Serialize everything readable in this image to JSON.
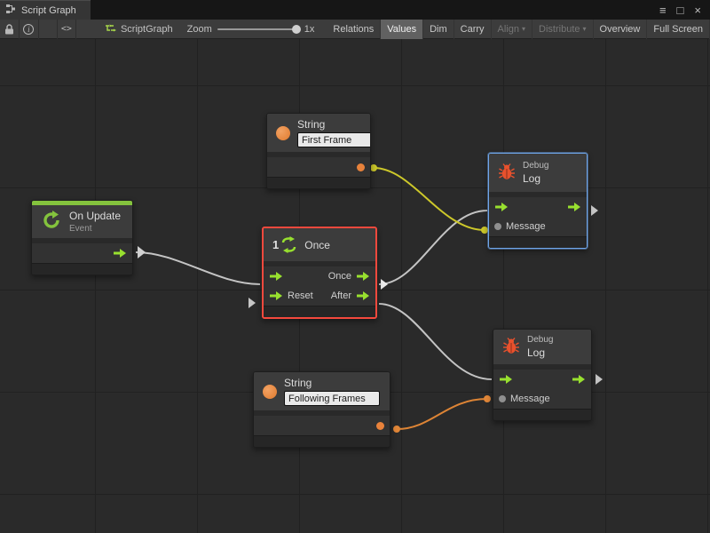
{
  "titlebar": {
    "tab_label": "Script Graph",
    "menu_icon": "≡",
    "maximize_icon": "□",
    "close_icon": "×"
  },
  "toolbar": {
    "code_icon_label": "<>",
    "graph_name": "ScriptGraph",
    "zoom_label": "Zoom",
    "zoom_value": "1x",
    "buttons": [
      {
        "label": "Relations",
        "state": "normal"
      },
      {
        "label": "Values",
        "state": "active"
      },
      {
        "label": "Dim",
        "state": "normal"
      },
      {
        "label": "Carry",
        "state": "normal"
      },
      {
        "label": "Align",
        "state": "disabled",
        "caret": "▾"
      },
      {
        "label": "Distribute",
        "state": "disabled",
        "caret": "▾"
      },
      {
        "label": "Overview",
        "state": "normal"
      },
      {
        "label": "Full Screen",
        "state": "normal"
      }
    ]
  },
  "nodes": {
    "string_top": {
      "title": "String",
      "value": "First Frame"
    },
    "on_update": {
      "title": "On Update",
      "subtitle": "Event"
    },
    "once": {
      "badge": "1",
      "title": "Once",
      "out_once": "Once",
      "in_reset": "Reset",
      "out_after": "After"
    },
    "debug_top": {
      "category": "Debug",
      "title": "Log",
      "port_message": "Message"
    },
    "debug_bottom": {
      "category": "Debug",
      "title": "Log",
      "port_message": "Message"
    },
    "string_bottom": {
      "title": "String",
      "value": "Following Frames"
    }
  },
  "connections": [
    {
      "from": "on_update.flow_out",
      "to": "once.flow_in",
      "color": "#c4c4c4"
    },
    {
      "from": "once.out_once",
      "to": "debug_top.flow_in",
      "color": "#c4c4c4"
    },
    {
      "from": "once.out_after",
      "to": "debug_bottom.flow_in",
      "color": "#c4c4c4"
    },
    {
      "from": "string_top.value_out",
      "to": "debug_top.message_in",
      "color": "#cdc82a"
    },
    {
      "from": "string_bottom.value_out",
      "to": "debug_bottom.message_in",
      "color": "#e08638"
    }
  ],
  "colors": {
    "flow_green": "#98e02f",
    "value_orange": "#e8823b",
    "bug_red": "#e8512d",
    "selection_red": "#f5493d",
    "selection_blue": "#6fa5e8",
    "wire_yellow": "#cdc82a",
    "wire_orange": "#e08638"
  }
}
